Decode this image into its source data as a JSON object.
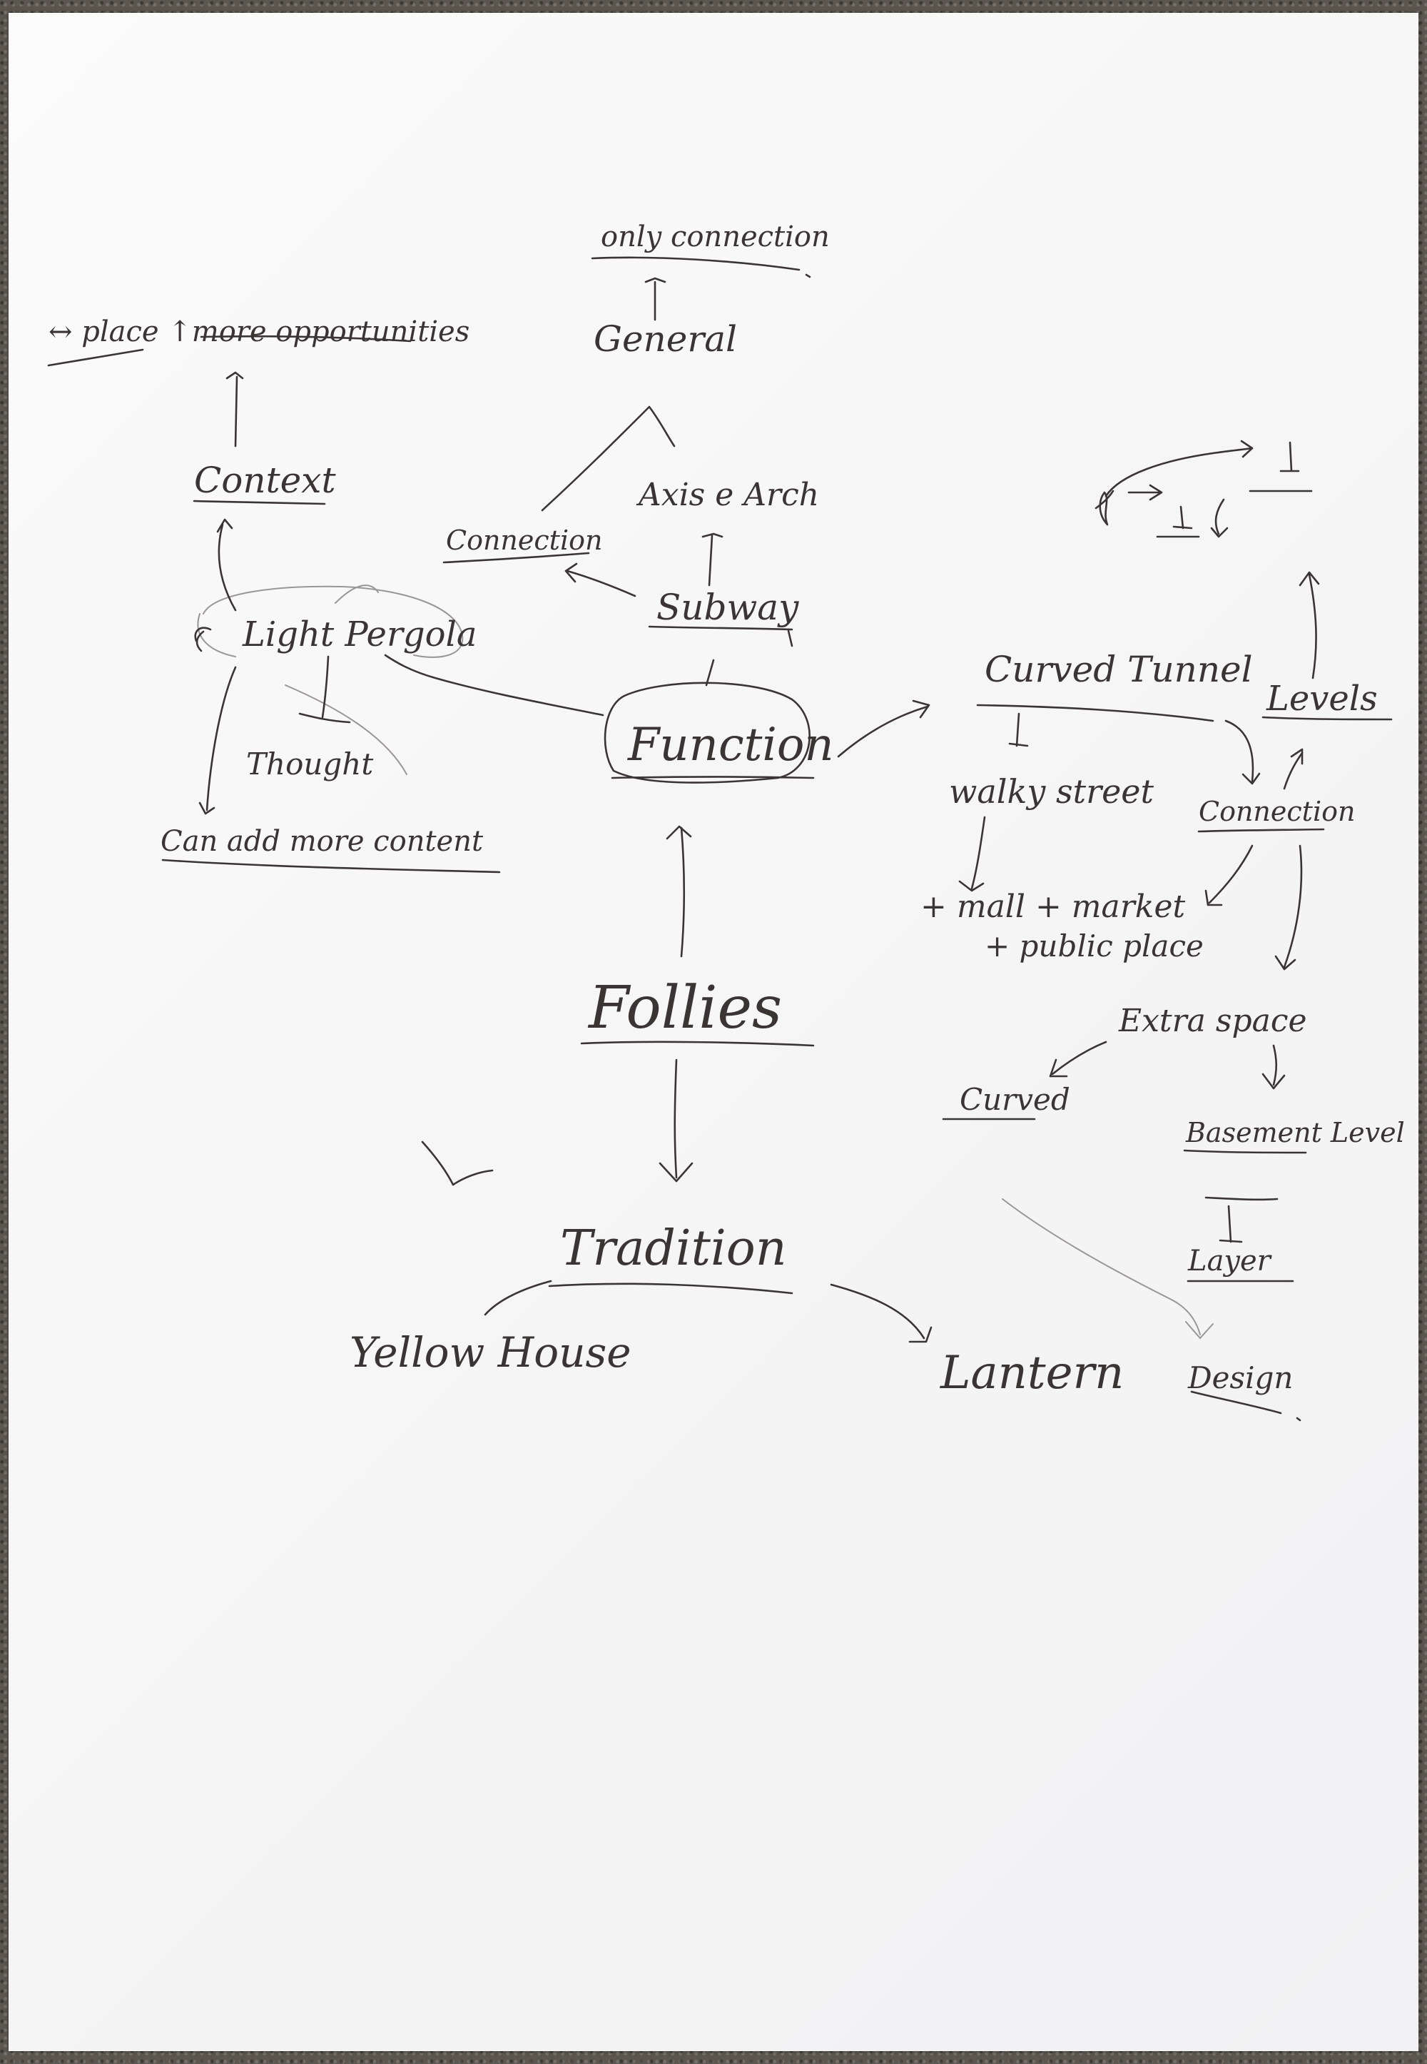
{
  "diagram": {
    "nodes": {
      "folies": "Follies",
      "tradition": "Tradition",
      "function": "Function",
      "yellow_house": "Yellow House",
      "lantern": "Lantern",
      "light_pergola": "Light Pergola",
      "thought": "Thought",
      "can_add_more_content": "Can add more content",
      "context": "Context",
      "place_more_opportunities": "↔ place ↑more opportunities",
      "subway": "Subway",
      "connection_left": "Connection",
      "axis_arch": "Axis e Arch",
      "general": "General",
      "only_connection": "only connection",
      "curved_tunnel": "Curved Tunnel",
      "walky_street": "walky street",
      "mall_market": "+ mall + market",
      "public_place": "+ public place",
      "connection_right": "Connection",
      "levels": "Levels",
      "extra_space": "Extra space",
      "curved": "Curved",
      "basement_level": "Basement Level",
      "layer": "Layer",
      "design": "Design"
    }
  }
}
